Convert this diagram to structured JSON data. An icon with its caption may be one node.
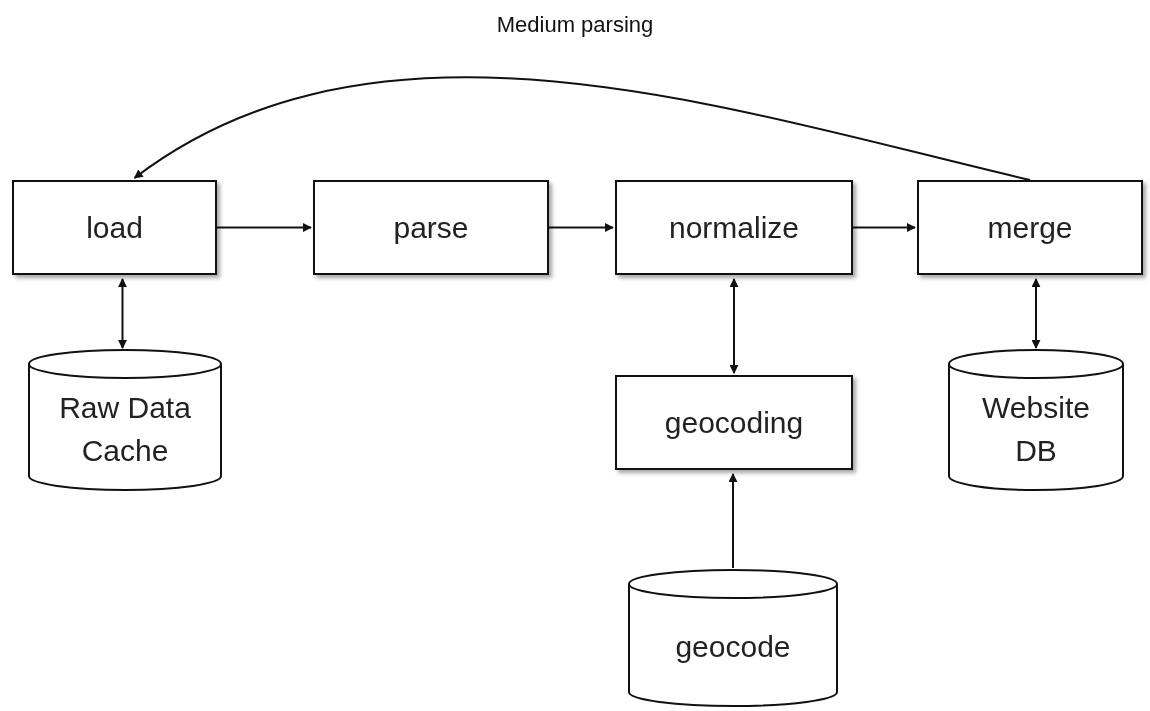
{
  "diagram": {
    "title": "Medium parsing",
    "nodes": [
      {
        "text": [
          "load"
        ]
      },
      {
        "text": [
          "parse"
        ]
      },
      {
        "text": [
          "normalize"
        ]
      },
      {
        "text": [
          "merge"
        ]
      },
      {
        "text": [
          "Raw Data Cache"
        ]
      },
      {
        "text": [
          "geocoding"
        ]
      },
      {
        "text": [
          "Website DB"
        ]
      },
      {
        "text": [
          "geocode"
        ]
      }
    ],
    "edges": [
      {
        "from": 0,
        "to": 1,
        "arrow": "to"
      },
      {
        "from": 1,
        "to": 2,
        "arrow": "to"
      },
      {
        "from": 2,
        "to": 3,
        "arrow": "to"
      },
      {
        "from": 3,
        "to": 0,
        "arrow": "to"
      },
      {
        "from": 0,
        "to": 4,
        "arrow": "both"
      },
      {
        "from": 2,
        "to": 5,
        "arrow": "both"
      },
      {
        "from": 3,
        "to": 6,
        "arrow": "both"
      },
      {
        "from": 7,
        "to": 5,
        "arrow": "to"
      }
    ]
  }
}
